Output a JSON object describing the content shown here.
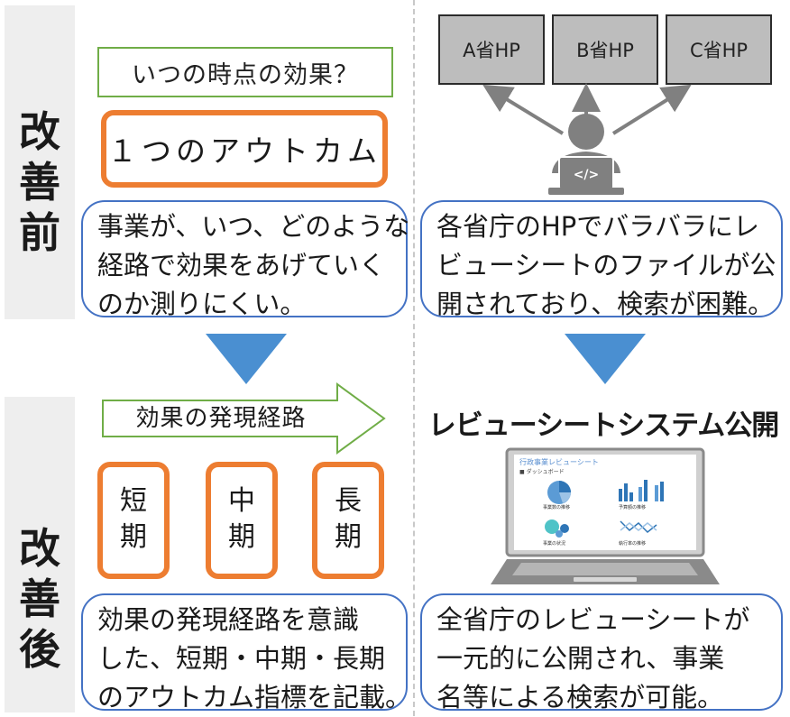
{
  "labels": {
    "before": "改善前",
    "after": "改善後"
  },
  "before": {
    "question": "いつの時点の効果？",
    "one_outcome": "１つのアウトカム",
    "problem_left": [
      "事業が、いつ、どのような",
      "経路で効果をあげていく",
      "のか測りにくい。"
    ],
    "hp_boxes": [
      "A省HP",
      "B省HP",
      "C省HP"
    ],
    "code_icon": "</>",
    "problem_right": [
      "各省庁のHPでバラバラにレ",
      "ビューシートのファイルが公",
      "開されており、検索が困難。"
    ]
  },
  "after": {
    "path_arrow": "効果の発現経路",
    "terms": [
      {
        "chars": [
          "短",
          "期"
        ]
      },
      {
        "chars": [
          "中",
          "期"
        ]
      },
      {
        "chars": [
          "長",
          "期"
        ]
      }
    ],
    "system_title": "レビューシートシステム公開",
    "screen": {
      "title": "行政事業レビューシート",
      "subtitle": "■ ダッシュボード",
      "captions": [
        "事業数の推移",
        "予算額の推移",
        "事業の状況",
        "執行率の推移"
      ]
    },
    "result_left": [
      "効果の発現経路を意識",
      "した、短期・中期・長期",
      "のアウトカム指標を記載。"
    ],
    "result_right": [
      "全省庁のレビューシートが",
      "一元的に公開され、事業",
      "名等による検索が可能。"
    ]
  },
  "colors": {
    "orange": "#ed7d31",
    "green": "#70ad47",
    "blue": "#4472c4",
    "triangle": "#4a8fd1",
    "gray": "#808080"
  }
}
